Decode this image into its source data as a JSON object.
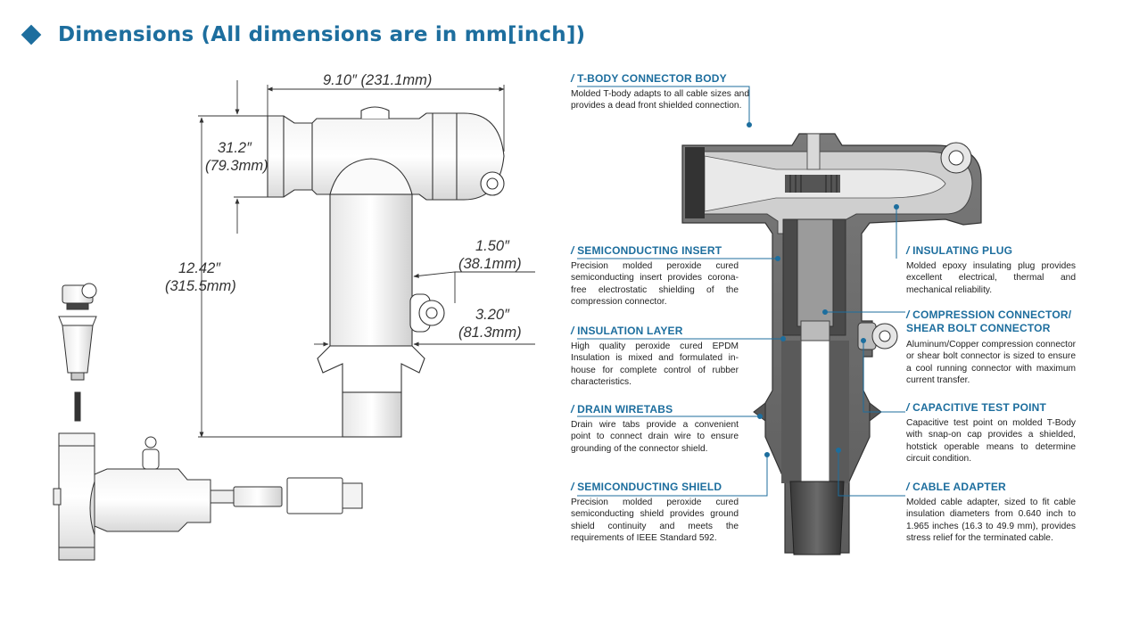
{
  "header": {
    "title": "Dimensions (All dimensions are in mm[inch])",
    "bullet_icon": "diamond-bullet-icon",
    "accent_color": "#1d6e9e"
  },
  "dimensions": {
    "width_overall": "9.10″ (231.1mm)",
    "body_height_in": "31.2″",
    "body_height_mm": "(79.3mm)",
    "total_height_in": "12.42″",
    "total_height_mm": "(315.5mm)",
    "test_point_in": "1.50″",
    "test_point_mm": "(38.1mm)",
    "stem_width_in": "3.20″",
    "stem_width_mm": "(81.3mm)"
  },
  "callouts": {
    "tbody": {
      "heading": "T-BODY CONNECTOR BODY",
      "text": "Molded T-body adapts to all cable sizes and provides a dead front shielded connection."
    },
    "semi_insert": {
      "heading": "SEMICONDUCTING INSERT",
      "text": "Precision molded peroxide cured semiconducting insert provides corona-free electrostatic shielding of the compression connector."
    },
    "insulation": {
      "heading": "INSULATION LAYER",
      "text": "High quality peroxide cured EPDM Insulation is mixed and formulated in-house for complete control of rubber characteristics."
    },
    "drain": {
      "heading": "DRAIN WIRETABS",
      "text": "Drain wire tabs provide a convenient point to connect drain wire to ensure grounding of the connector shield."
    },
    "semi_shield": {
      "heading": "SEMICONDUCTING SHIELD",
      "text": "Precision molded peroxide cured semiconducting shield provides ground shield continuity and meets the requirements of IEEE Standard 592."
    },
    "plug": {
      "heading": "INSULATING PLUG",
      "text": "Molded epoxy insulating plug provides excellent electrical, thermal and mechanical reliability."
    },
    "compression": {
      "heading": "COMPRESSION CONNECTOR/ SHEAR BOLT CONNECTOR",
      "text": "Aluminum/Copper compression connector or shear bolt connector is sized to ensure a cool running connector with maximum current transfer."
    },
    "test_point": {
      "heading": "CAPACITIVE TEST POINT",
      "text": "Capacitive test point on molded T-Body with snap-on cap provides a shielded, hotstick operable means to determine circuit condition."
    },
    "adapter": {
      "heading": "CABLE ADAPTER",
      "text": "Molded cable adapter, sized to fit cable insulation diameters from 0.640 inch to 1.965 inches (16.3 to 49.9 mm), provides stress relief for the terminated cable."
    }
  }
}
